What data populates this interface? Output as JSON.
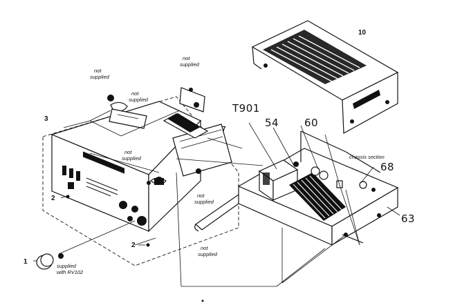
{
  "labels": {
    "not_supplied_1": [
      "not",
      "supplied"
    ],
    "not_supplied_2": [
      "not",
      "supplied"
    ],
    "not_supplied_3": [
      "not",
      "supplied"
    ],
    "not_supplied_4": [
      "not",
      "supplied"
    ],
    "not_supplied_5": [
      "not",
      "supplied"
    ],
    "not_supplied_6": [
      "not",
      "supplied"
    ],
    "supplied_with": [
      "supplied",
      "with RV102"
    ],
    "chassis_section": "chassis section"
  },
  "callouts": {
    "p1": "1",
    "p2a": "2",
    "p2b": "2",
    "p3": "3",
    "p7": "7",
    "p10": "10",
    "p54": "54",
    "p60": "60",
    "p63": "63",
    "p68": "68",
    "t901": "T901"
  }
}
